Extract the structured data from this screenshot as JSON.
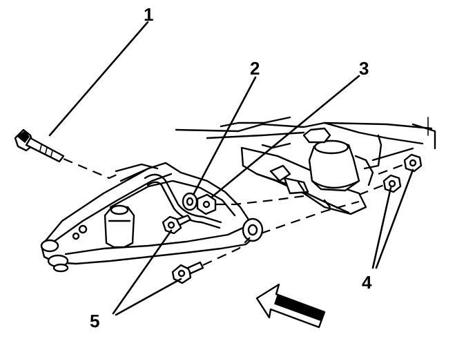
{
  "callouts": {
    "c1": "1",
    "c2": "2",
    "c3": "3",
    "c4": "4",
    "c5": "5"
  },
  "colors": {
    "ink": "#000000",
    "paper": "#ffffff"
  },
  "icons": {
    "direction_arrow": "front-direction-arrow-icon"
  }
}
